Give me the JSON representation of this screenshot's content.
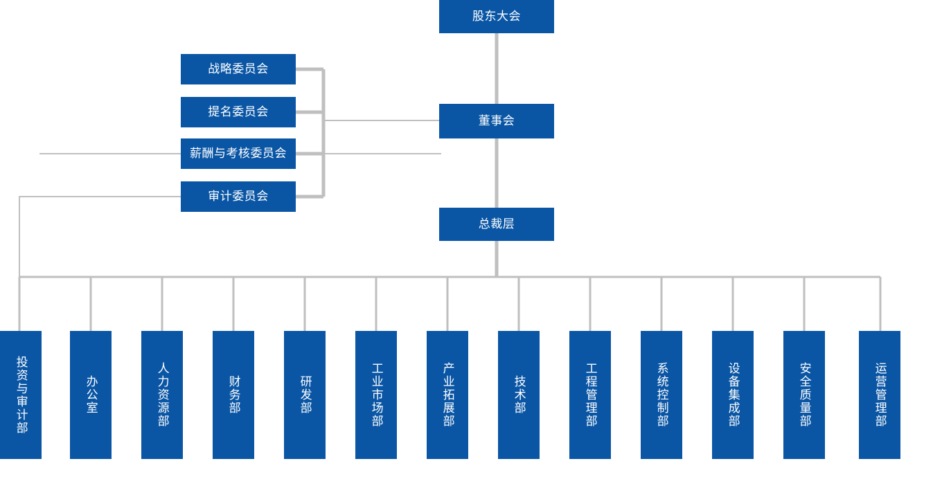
{
  "diagram": {
    "title": "Corporate Organizational Structure Chart",
    "colors": {
      "node_fill": "#0A56A5",
      "node_text": "#FFFFFF",
      "connector": "#BFBFBF",
      "background": "#FFFFFF"
    }
  },
  "top": {
    "shareholders_meeting": "股东大会",
    "board_of_directors": "董事会",
    "president_level": "总裁层"
  },
  "committees": [
    {
      "label": "战略委员会"
    },
    {
      "label": "提名委员会"
    },
    {
      "label": "薪酬与考核委员会"
    },
    {
      "label": "审计委员会"
    }
  ],
  "departments": [
    {
      "label": "投资与审计部"
    },
    {
      "label": "办公室"
    },
    {
      "label": "人力资源部"
    },
    {
      "label": "财务部"
    },
    {
      "label": "研发部"
    },
    {
      "label": "工业市场部"
    },
    {
      "label": "产业拓展部"
    },
    {
      "label": "技术部"
    },
    {
      "label": "工程管理部"
    },
    {
      "label": "系统控制部"
    },
    {
      "label": "设备集成部"
    },
    {
      "label": "安全质量部"
    },
    {
      "label": "运营管理部"
    }
  ]
}
